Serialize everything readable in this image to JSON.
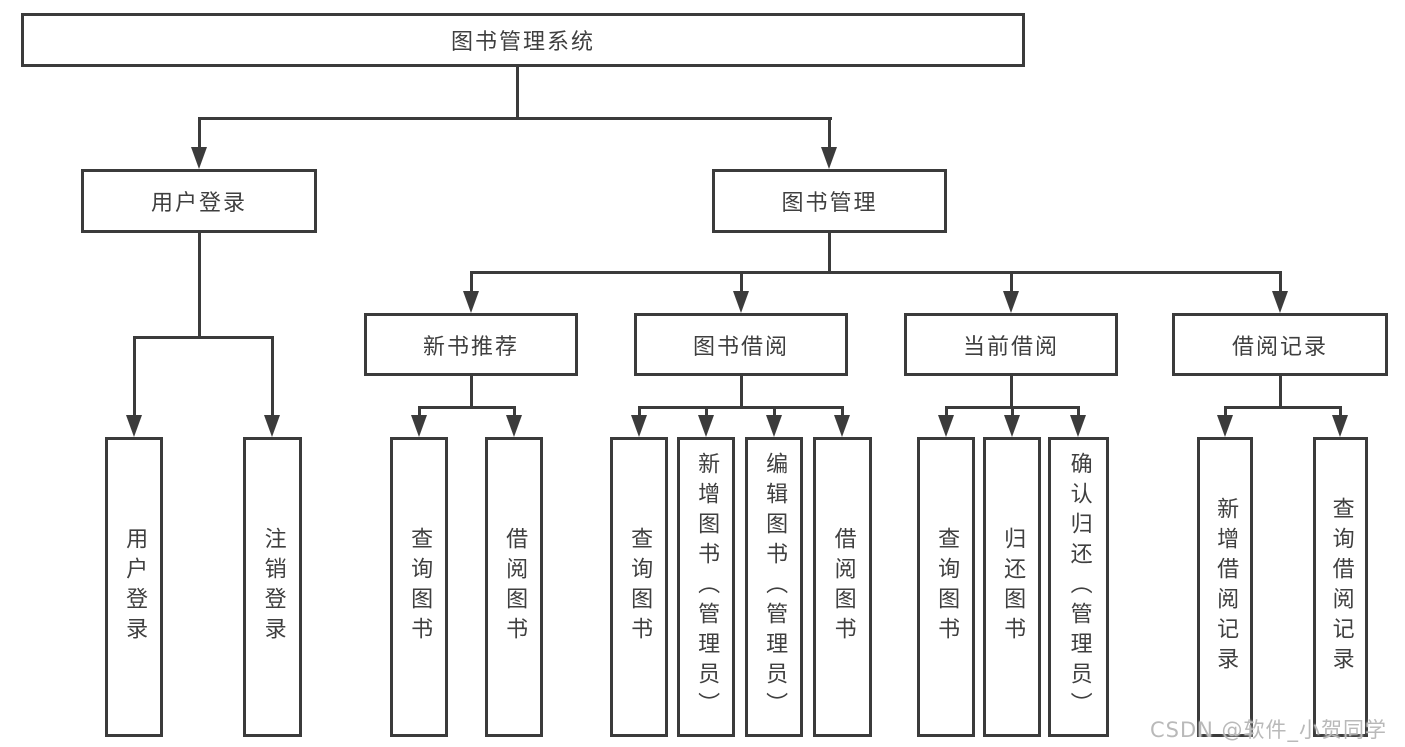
{
  "diagram": {
    "root": {
      "label": "图书管理系统"
    },
    "branches": [
      {
        "label": "用户登录",
        "children": [
          {
            "label": "用户登录"
          },
          {
            "label": "注销登录"
          }
        ]
      },
      {
        "label": "图书管理",
        "children": [
          {
            "label": "新书推荐",
            "children": [
              {
                "label": "查询图书"
              },
              {
                "label": "借阅图书"
              }
            ]
          },
          {
            "label": "图书借阅",
            "children": [
              {
                "label": "查询图书"
              },
              {
                "label": "新增图书（管理员）"
              },
              {
                "label": "编辑图书（管理员）"
              },
              {
                "label": "借阅图书"
              }
            ]
          },
          {
            "label": "当前借阅",
            "children": [
              {
                "label": "查询图书"
              },
              {
                "label": "归还图书"
              },
              {
                "label": "确认归还（管理员）"
              }
            ]
          },
          {
            "label": "借阅记录",
            "children": [
              {
                "label": "新增借阅记录"
              },
              {
                "label": "查询借阅记录"
              }
            ]
          }
        ]
      }
    ]
  },
  "watermark": {
    "text": "CSDN @软件_小贺同学"
  },
  "colors": {
    "line": "#3b3b3b",
    "text": "#3f3f3f",
    "background": "#ffffff",
    "watermark": "#b9b9b9"
  }
}
